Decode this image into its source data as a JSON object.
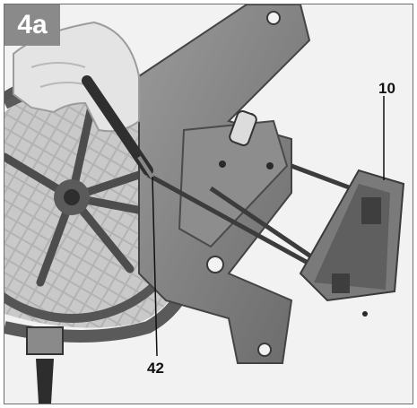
{
  "figure": {
    "tag": "4a",
    "callouts": {
      "part_a": "10",
      "part_b": "42"
    },
    "colors": {
      "frame": "#6e6e6e",
      "tag_bg": "#8a8a8a",
      "metal": "#7d7d7d",
      "metal_dark": "#4a4a4a",
      "glove": "#e4e4e4"
    }
  }
}
